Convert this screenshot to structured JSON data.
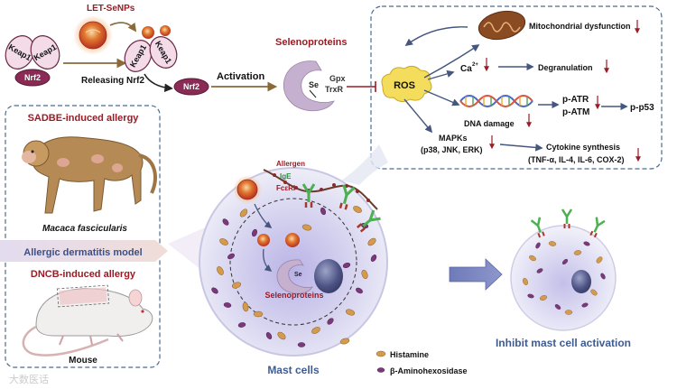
{
  "top": {
    "keap1_a": "Keap1",
    "keap1_b": "Keap1",
    "nrf2": "Nrf2",
    "let_senps": "LET-SeNPs",
    "keap1_c": "Keap1",
    "keap1_d": "Keap1",
    "releasing": "Releasing Nrf2",
    "nrf2_free": "Nrf2",
    "activation": "Activation",
    "selenoproteins": "Selenoproteins",
    "se": "Se",
    "gpx": "Gpx",
    "trxr": "TrxR"
  },
  "ros_panel": {
    "ros": "ROS",
    "mito": "Mitochondrial dysfunction",
    "ca": "Ca",
    "ca_sup": "2+",
    "degranulation": "Degranulation",
    "dna_damage": "DNA damage",
    "p_atr": "p-ATR",
    "p_atm": "p-ATM",
    "p_p53": "p-p53",
    "mapks": "MAPKs",
    "mapks_sub": "(p38, JNK, ERK)",
    "cytokine": "Cytokine synthesis",
    "cytokine_sub": "(TNF-α, IL-4, IL-6, COX-2)"
  },
  "models": {
    "sadbe": "SADBE-induced allergy",
    "macaca": "Macaca fascicularis",
    "model_label": "Allergic dermatitis model",
    "dncb": "DNCB-induced allergy",
    "mouse": "Mouse"
  },
  "cell": {
    "allergen": "Allergen",
    "ige": "IgE",
    "fceri": "FcεRI",
    "se": "Se",
    "selenoproteins": "Selenoproteins",
    "title": "Mast cells"
  },
  "legend": {
    "histamine": "Histamine",
    "hexosaminidase": "β-Aminohexosidase"
  },
  "result": {
    "inhibit": "Inhibit mast cell activation"
  },
  "watermark": "大数医话",
  "colors": {
    "nrf2": "#8b2a55",
    "keap1": "#f3dbe7",
    "title_red": "#9b1b24",
    "blue_title": "#3e5c93",
    "arrow_brown": "#8a6a38",
    "ros": "#f4dd5c",
    "selenoprotein": "#c6b0cf"
  }
}
